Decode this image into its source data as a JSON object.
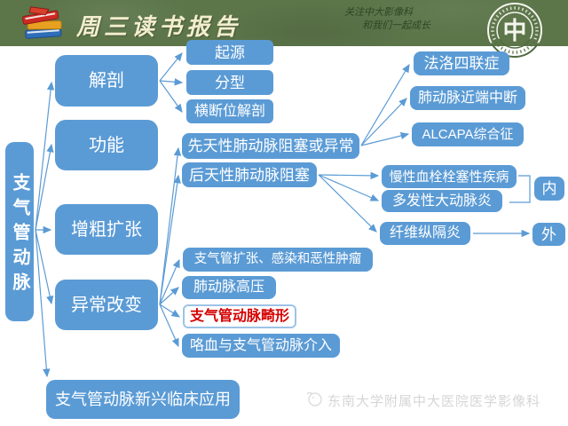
{
  "header": {
    "title": "周三读书报告",
    "tagline": {
      "line1": "关注中大影像科",
      "line2": "和我们一起成长"
    },
    "seal_char": "中"
  },
  "diagram": {
    "root": "支气管动脉",
    "level1": {
      "anatomy": "解剖",
      "function": "功能",
      "dilation": "增粗扩张",
      "abnormal": "异常改变",
      "applications": "支气管动脉新兴临床应用"
    },
    "anatomy_children": {
      "origin": "起源",
      "classification": "分型",
      "axial": "横断位解剖"
    },
    "abnormal_children": {
      "congenital": "先天性肺动脉阻塞或异常",
      "acquired": "后天性肺动脉阻塞",
      "bronchiectasis": "支气管扩张、感染和恶性肿瘤",
      "pah": "肺动脉高压",
      "malformation": "支气管动脉畸形",
      "hemoptysis": "咯血与支气管动脉介入"
    },
    "congenital_children": {
      "tof": "法洛四联症",
      "interruption": "肺动脉近端中断",
      "alcapa": "ALCAPA综合征"
    },
    "acquired_children": {
      "cteph": "慢性血栓栓塞性疾病",
      "takayasu": "多发性大动脉炎",
      "fibrosing": "纤维纵隔炎"
    },
    "labels": {
      "internal": "内",
      "external": "外"
    }
  },
  "footer": {
    "watermark": "东南大学附属中大医院医学影像科"
  },
  "colors": {
    "banner_green": "#5c7549",
    "box_blue": "#5b9bd5",
    "highlight_red": "#d40000",
    "title_cream": "#f3eecd"
  }
}
